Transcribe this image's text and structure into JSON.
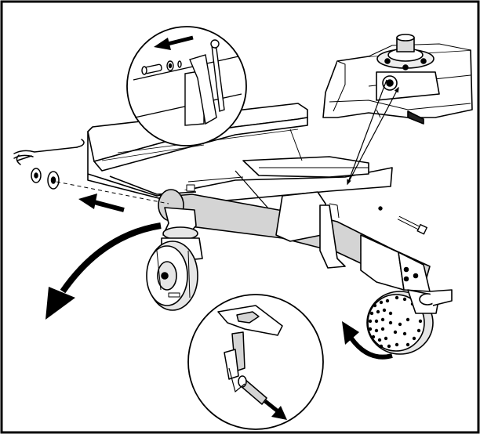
{
  "diagram": {
    "parts": [
      "frame-border",
      "upper-chassis-panel",
      "motor-mount-bracket",
      "axle-tube",
      "caster-wheel-left",
      "caster-wheel-right",
      "hitch-pin",
      "washers",
      "clevis-pin",
      "bolt",
      "detail-inset-pin-removal",
      "detail-inset-lynch-pin"
    ],
    "colors": {
      "line": "#000000",
      "tube_fill": "#d4d4d4",
      "panel_fill": "#ffffff",
      "wheel_fill": "#e6e6e6",
      "shadow_fill": "#bdbdbd"
    },
    "arrows": [
      {
        "name": "arrow-pin-out-left",
        "direction": "left"
      },
      {
        "name": "arrow-hitch-out-left",
        "direction": "left"
      },
      {
        "name": "arrow-rotate-down-left",
        "direction": "down-left"
      },
      {
        "name": "arrow-rotate-up-right",
        "direction": "up-right"
      }
    ]
  }
}
